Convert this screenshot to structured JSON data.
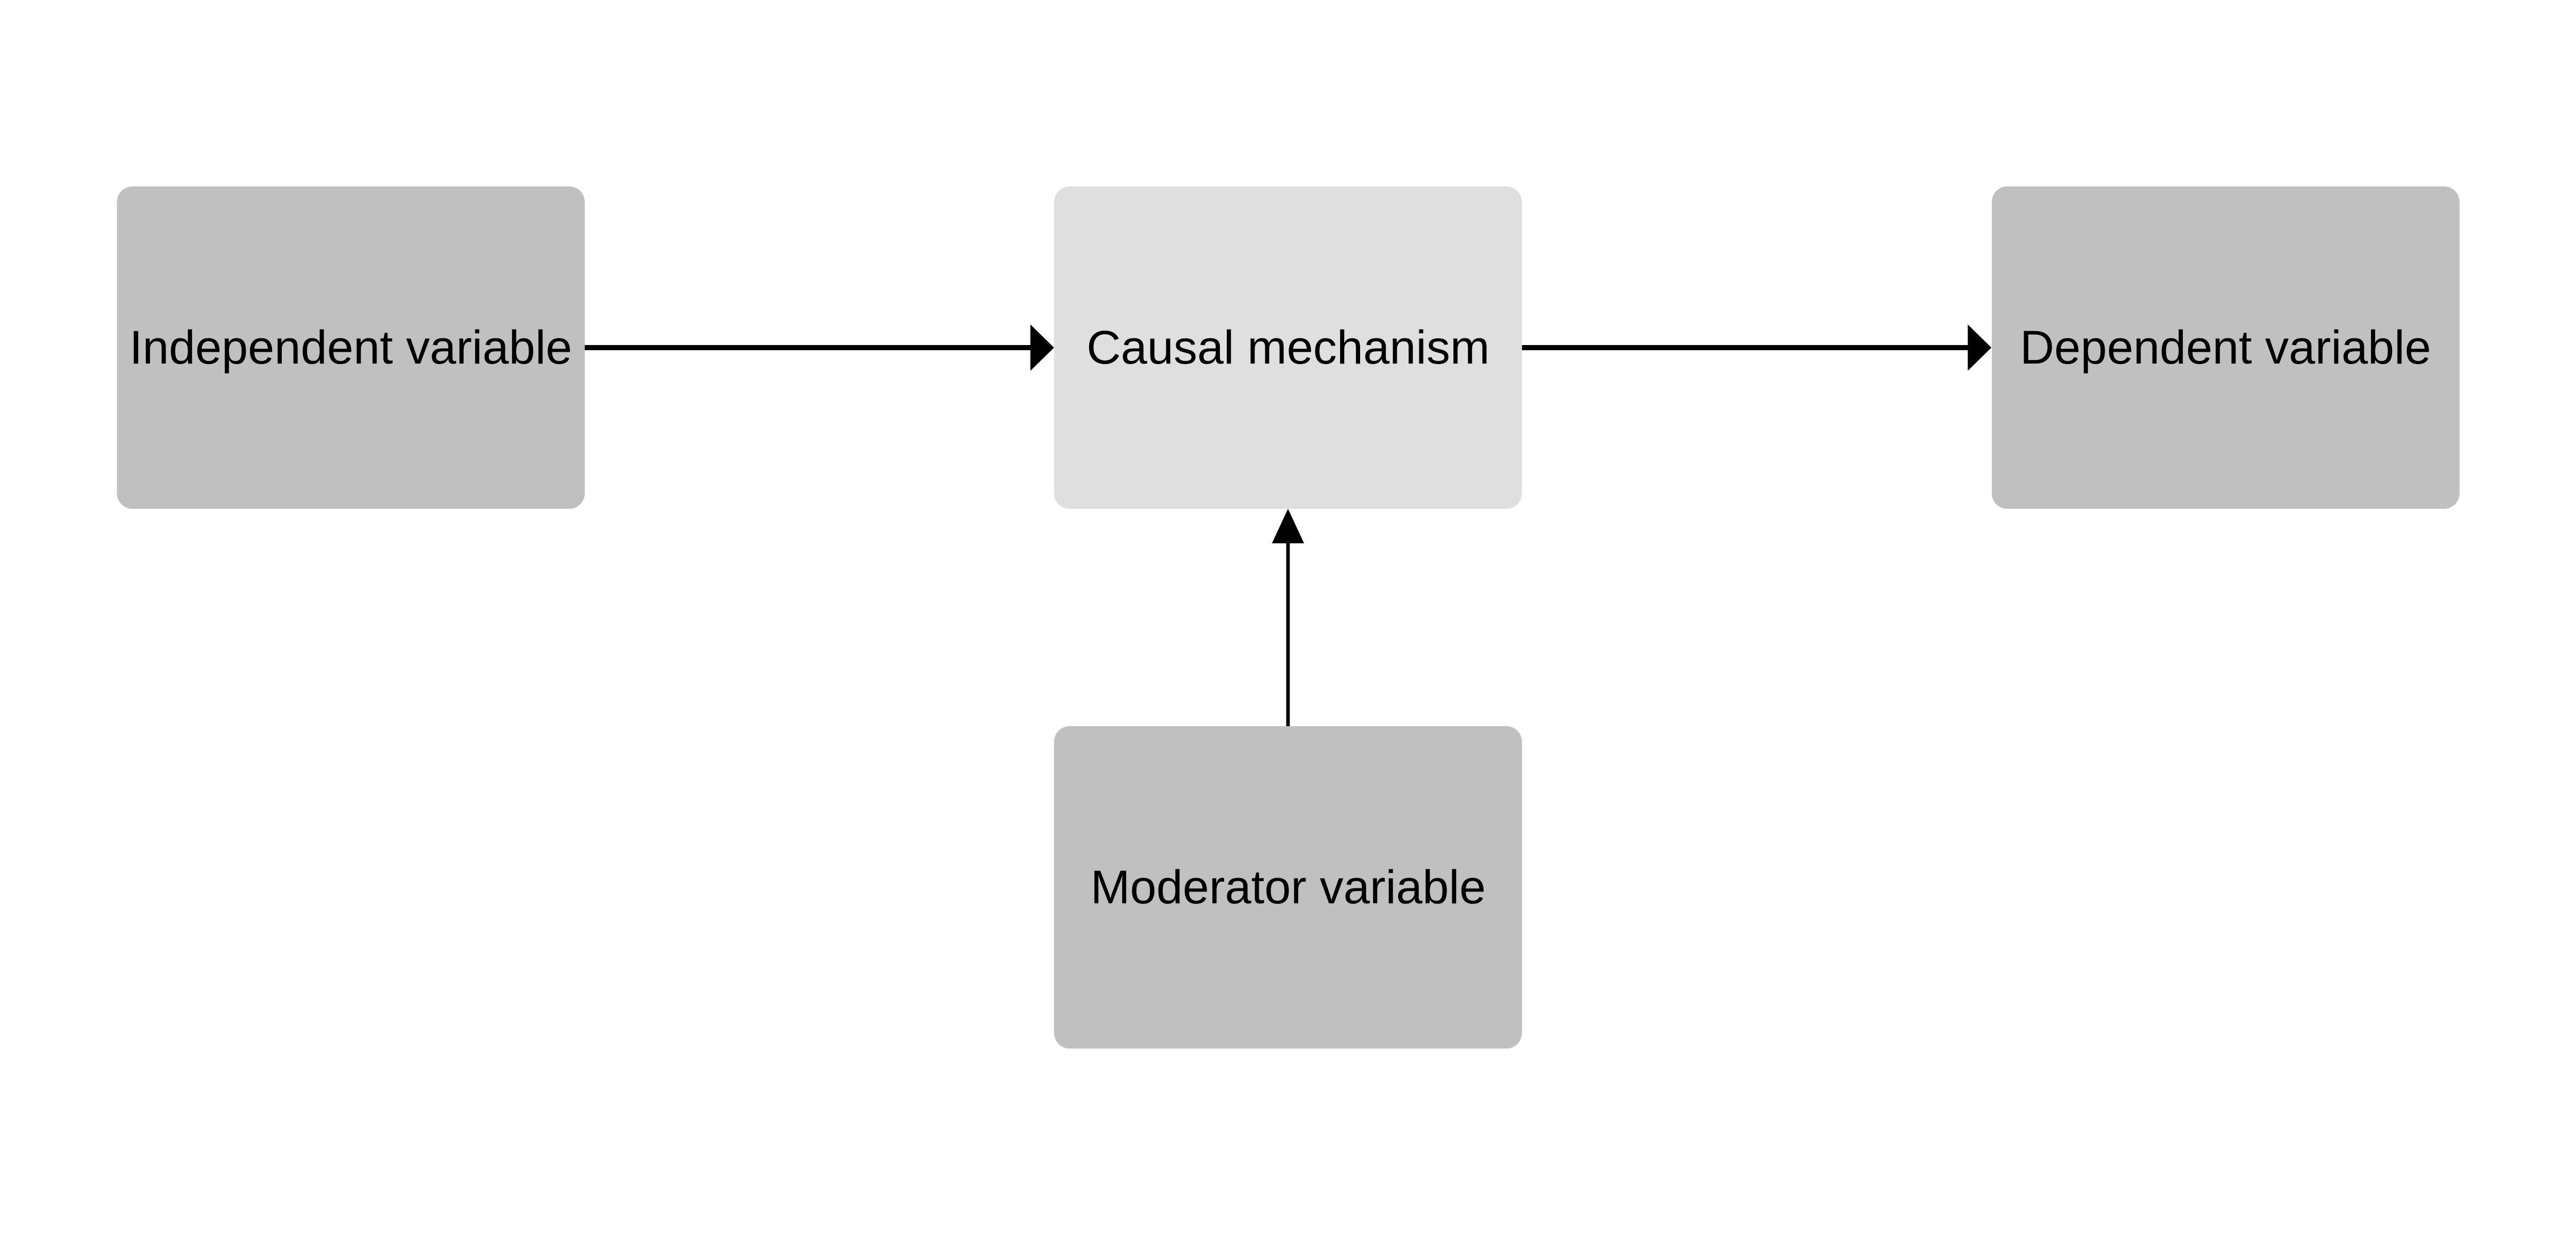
{
  "nodes": {
    "independent": {
      "label": "Independent variable",
      "color": "#c0c0c0"
    },
    "mechanism": {
      "label": "Causal mechanism",
      "color": "#dfdfdf"
    },
    "dependent": {
      "label": "Dependent variable",
      "color": "#c0c0c0"
    },
    "moderator": {
      "label": "Moderator variable",
      "color": "#c0c0c0"
    }
  },
  "edges": [
    {
      "from": "Independent variable",
      "to": "Causal mechanism"
    },
    {
      "from": "Causal mechanism",
      "to": "Dependent variable"
    },
    {
      "from": "Moderator variable",
      "to": "Causal mechanism"
    }
  ]
}
